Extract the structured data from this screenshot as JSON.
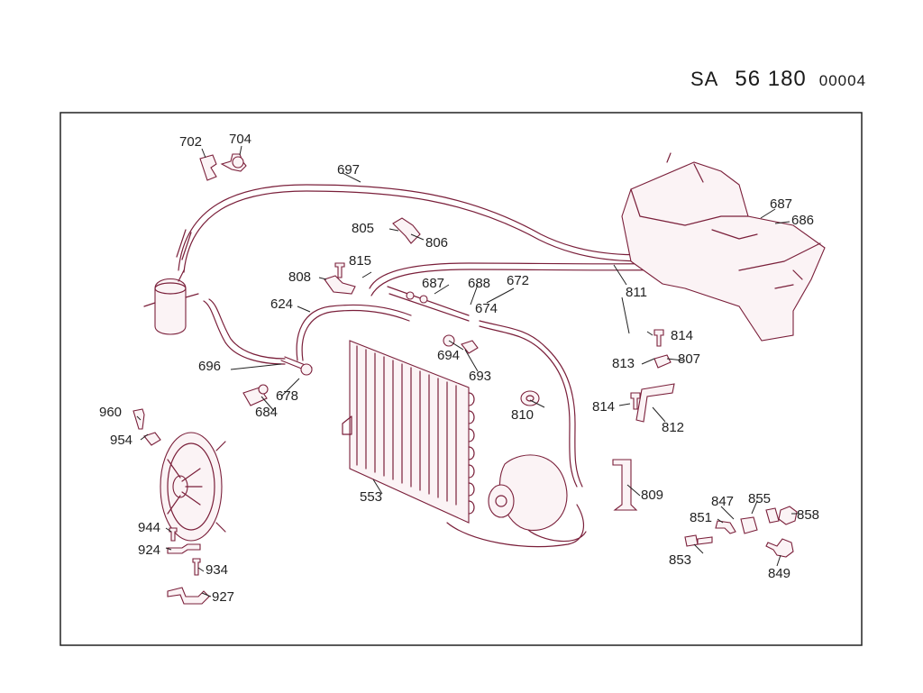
{
  "header": {
    "prefix": "SA",
    "number": "56 180",
    "suffix": "00004"
  },
  "labels": [
    {
      "id": "702",
      "text": "702"
    },
    {
      "id": "704",
      "text": "704"
    },
    {
      "id": "697",
      "text": "697"
    },
    {
      "id": "805",
      "text": "805"
    },
    {
      "id": "806",
      "text": "806"
    },
    {
      "id": "815",
      "text": "815"
    },
    {
      "id": "808",
      "text": "808"
    },
    {
      "id": "687a",
      "text": "687"
    },
    {
      "id": "688",
      "text": "688"
    },
    {
      "id": "672",
      "text": "672"
    },
    {
      "id": "687b",
      "text": "687"
    },
    {
      "id": "686",
      "text": "686"
    },
    {
      "id": "811",
      "text": "811"
    },
    {
      "id": "624",
      "text": "624"
    },
    {
      "id": "674",
      "text": "674"
    },
    {
      "id": "694",
      "text": "694"
    },
    {
      "id": "693",
      "text": "693"
    },
    {
      "id": "814a",
      "text": "814"
    },
    {
      "id": "807",
      "text": "807"
    },
    {
      "id": "813",
      "text": "813"
    },
    {
      "id": "696",
      "text": "696"
    },
    {
      "id": "678",
      "text": "678"
    },
    {
      "id": "684",
      "text": "684"
    },
    {
      "id": "810",
      "text": "810"
    },
    {
      "id": "814b",
      "text": "814"
    },
    {
      "id": "812",
      "text": "812"
    },
    {
      "id": "960",
      "text": "960"
    },
    {
      "id": "954",
      "text": "954"
    },
    {
      "id": "553",
      "text": "553"
    },
    {
      "id": "809",
      "text": "809"
    },
    {
      "id": "847",
      "text": "847"
    },
    {
      "id": "855",
      "text": "855"
    },
    {
      "id": "851",
      "text": "851"
    },
    {
      "id": "858",
      "text": "858"
    },
    {
      "id": "944",
      "text": "944"
    },
    {
      "id": "924",
      "text": "924"
    },
    {
      "id": "853",
      "text": "853"
    },
    {
      "id": "849",
      "text": "849"
    },
    {
      "id": "934",
      "text": "934"
    },
    {
      "id": "927",
      "text": "927"
    }
  ]
}
